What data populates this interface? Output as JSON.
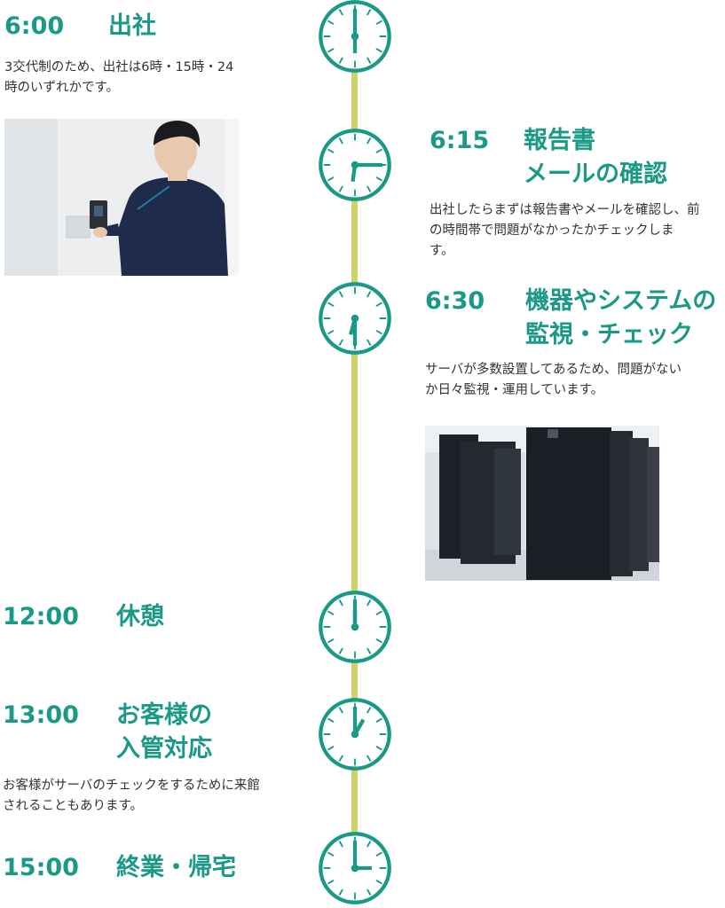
{
  "theme": {
    "accent": "#1a9a86",
    "timeline": "#cfd46a",
    "text": "#333333"
  },
  "entries": [
    {
      "time": "6:00",
      "title": "出社",
      "desc": "3交代制のため、出社は6時・15時・24\n時のいずれかです。",
      "clock": {
        "hour": 6,
        "minute": 0
      },
      "photo_icon": "employee-entry-photo"
    },
    {
      "time": "6:15",
      "title": "報告書\nメールの確認",
      "desc": "出社したらまずは報告書やメールを確認し、前\nの時間帯で問題がなかったかチェックしま\nす。",
      "clock": {
        "hour": 6,
        "minute": 15
      }
    },
    {
      "time": "6:30",
      "title": "機器やシステムの\n監視・チェック",
      "desc": "サーバが多数設置してあるため、問題がない\nか日々監視・運用しています。",
      "clock": {
        "hour": 6,
        "minute": 30
      },
      "photo_icon": "server-room-photo"
    },
    {
      "time": "12:00",
      "title": "休憩",
      "desc": "",
      "clock": {
        "hour": 12,
        "minute": 0
      }
    },
    {
      "time": "13:00",
      "title": "お客様の\n入管対応",
      "desc": "お客様がサーバのチェックをするために来館\nされることもあります。",
      "clock": {
        "hour": 13,
        "minute": 0
      }
    },
    {
      "time": "15:00",
      "title": "終業・帰宅",
      "desc": "",
      "clock": {
        "hour": 15,
        "minute": 0
      }
    }
  ]
}
